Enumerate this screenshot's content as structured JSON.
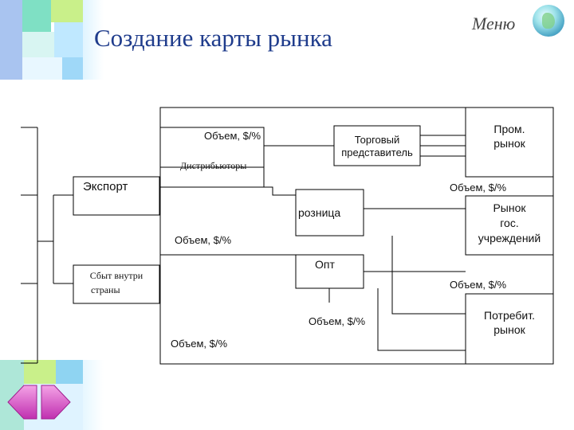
{
  "slide": {
    "title": "Создание карты рынка",
    "menu_label": "Меню"
  },
  "diagram": {
    "boxes": {
      "sales_rep": "Торговый представитель",
      "distributors": "Дистрибьюторы",
      "export": "Экспорт",
      "retail": "розница",
      "domestic_sales_1": "Сбыт внутри",
      "domestic_sales_2": "страны",
      "wholesale": "Опт",
      "industrial_market_1": "Пром.",
      "industrial_market_2": "рынок",
      "gov_market_1": "Рынок",
      "gov_market_2": "гос.",
      "gov_market_3": "учреждений",
      "consumer_market_1": "Потребит.",
      "consumer_market_2": "рынок"
    },
    "volume_label": "Объем, $/%"
  },
  "colors": {
    "title": "#1f3c8c",
    "line": "#000000"
  },
  "icons": [
    "globe-icon",
    "back-arrow-icon",
    "forward-arrow-icon"
  ]
}
